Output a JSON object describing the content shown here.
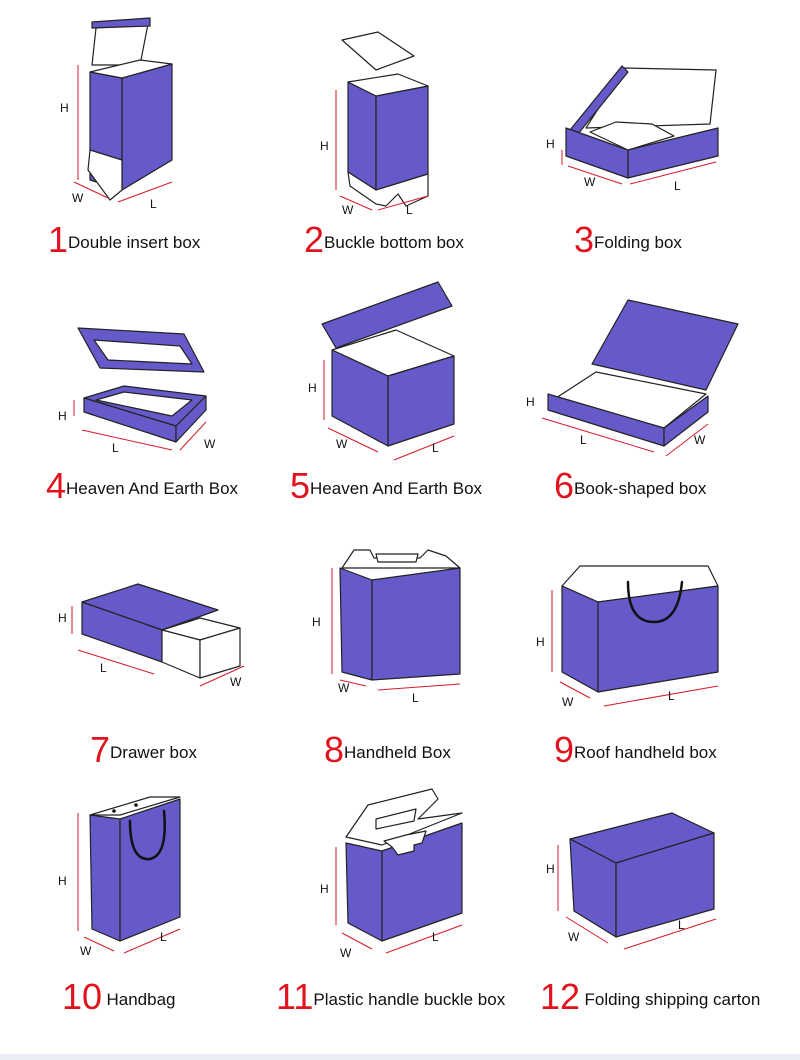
{
  "colors": {
    "box_fill": "#6659c9",
    "number": "#e0141e",
    "dimension_line": "#d41a2a"
  },
  "dimension_labels": {
    "height": "H",
    "width": "W",
    "length": "L"
  },
  "boxes": [
    {
      "number": "1",
      "label": "Double insert box"
    },
    {
      "number": "2",
      "label": "Buckle bottom box"
    },
    {
      "number": "3",
      "label": "Folding box"
    },
    {
      "number": "4",
      "label": "Heaven And Earth Box"
    },
    {
      "number": "5",
      "label": "Heaven And Earth Box"
    },
    {
      "number": "6",
      "label": "Book-shaped box"
    },
    {
      "number": "7",
      "label": "Drawer box"
    },
    {
      "number": "8",
      "label": "Handheld Box"
    },
    {
      "number": "9",
      "label": "Roof handheld box"
    },
    {
      "number": "10",
      "label": "Handbag"
    },
    {
      "number": "11",
      "label": "Plastic handle buckle box"
    },
    {
      "number": "12",
      "label": "Folding shipping carton"
    }
  ]
}
